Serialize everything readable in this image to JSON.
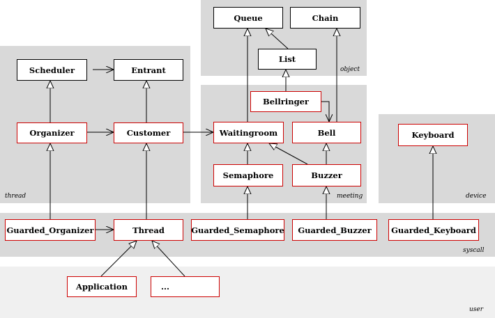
{
  "regions": {
    "thread": "thread",
    "object": "object",
    "meeting": "meeting",
    "device": "device",
    "syscall": "syscall",
    "user": "user"
  },
  "classes": {
    "queue": "Queue",
    "chain": "Chain",
    "list": "List",
    "scheduler": "Scheduler",
    "entrant": "Entrant",
    "bellringer": "Bellringer",
    "organizer": "Organizer",
    "customer": "Customer",
    "waitingroom": "Waitingroom",
    "bell": "Bell",
    "keyboard": "Keyboard",
    "semaphore": "Semaphore",
    "buzzer": "Buzzer",
    "guarded_organizer": "Guarded_Organizer",
    "thread": "Thread",
    "guarded_semaphore": "Guarded_Semaphore",
    "guarded_buzzer": "Guarded_Buzzer",
    "guarded_keyboard": "Guarded_Keyboard",
    "application": "Application",
    "ellipsis": "..."
  },
  "colors": {
    "region": "#d9d9d9",
    "user_region": "#f0f0f0",
    "implemented_border": "#cc0000",
    "given_border": "#000000"
  }
}
